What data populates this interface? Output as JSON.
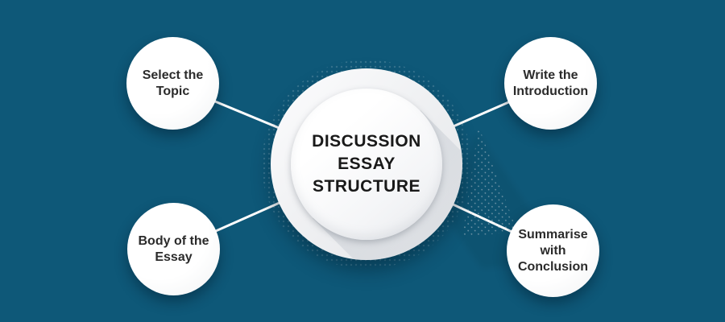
{
  "center": {
    "label": "DISCUSSION\nESSAY\nSTRUCTURE"
  },
  "nodes": [
    {
      "id": "select-topic",
      "position": "top-left",
      "label": "Select the\nTopic"
    },
    {
      "id": "write-introduction",
      "position": "top-right",
      "label": "Write the\nIntroduction"
    },
    {
      "id": "body-of-essay",
      "position": "bottom-left",
      "label": "Body of the\nEssay"
    },
    {
      "id": "summarise-conclusion",
      "position": "bottom-right",
      "label": "Summarise\nwith\nConclusion"
    }
  ],
  "colors": {
    "background": "#0E5878",
    "connector_line": "#FFFFFF",
    "node_fill": "#FFFFFF",
    "center_circle_fill": "#F0F1F3",
    "center_text": "#191919",
    "node_text": "#2B2B2B"
  }
}
